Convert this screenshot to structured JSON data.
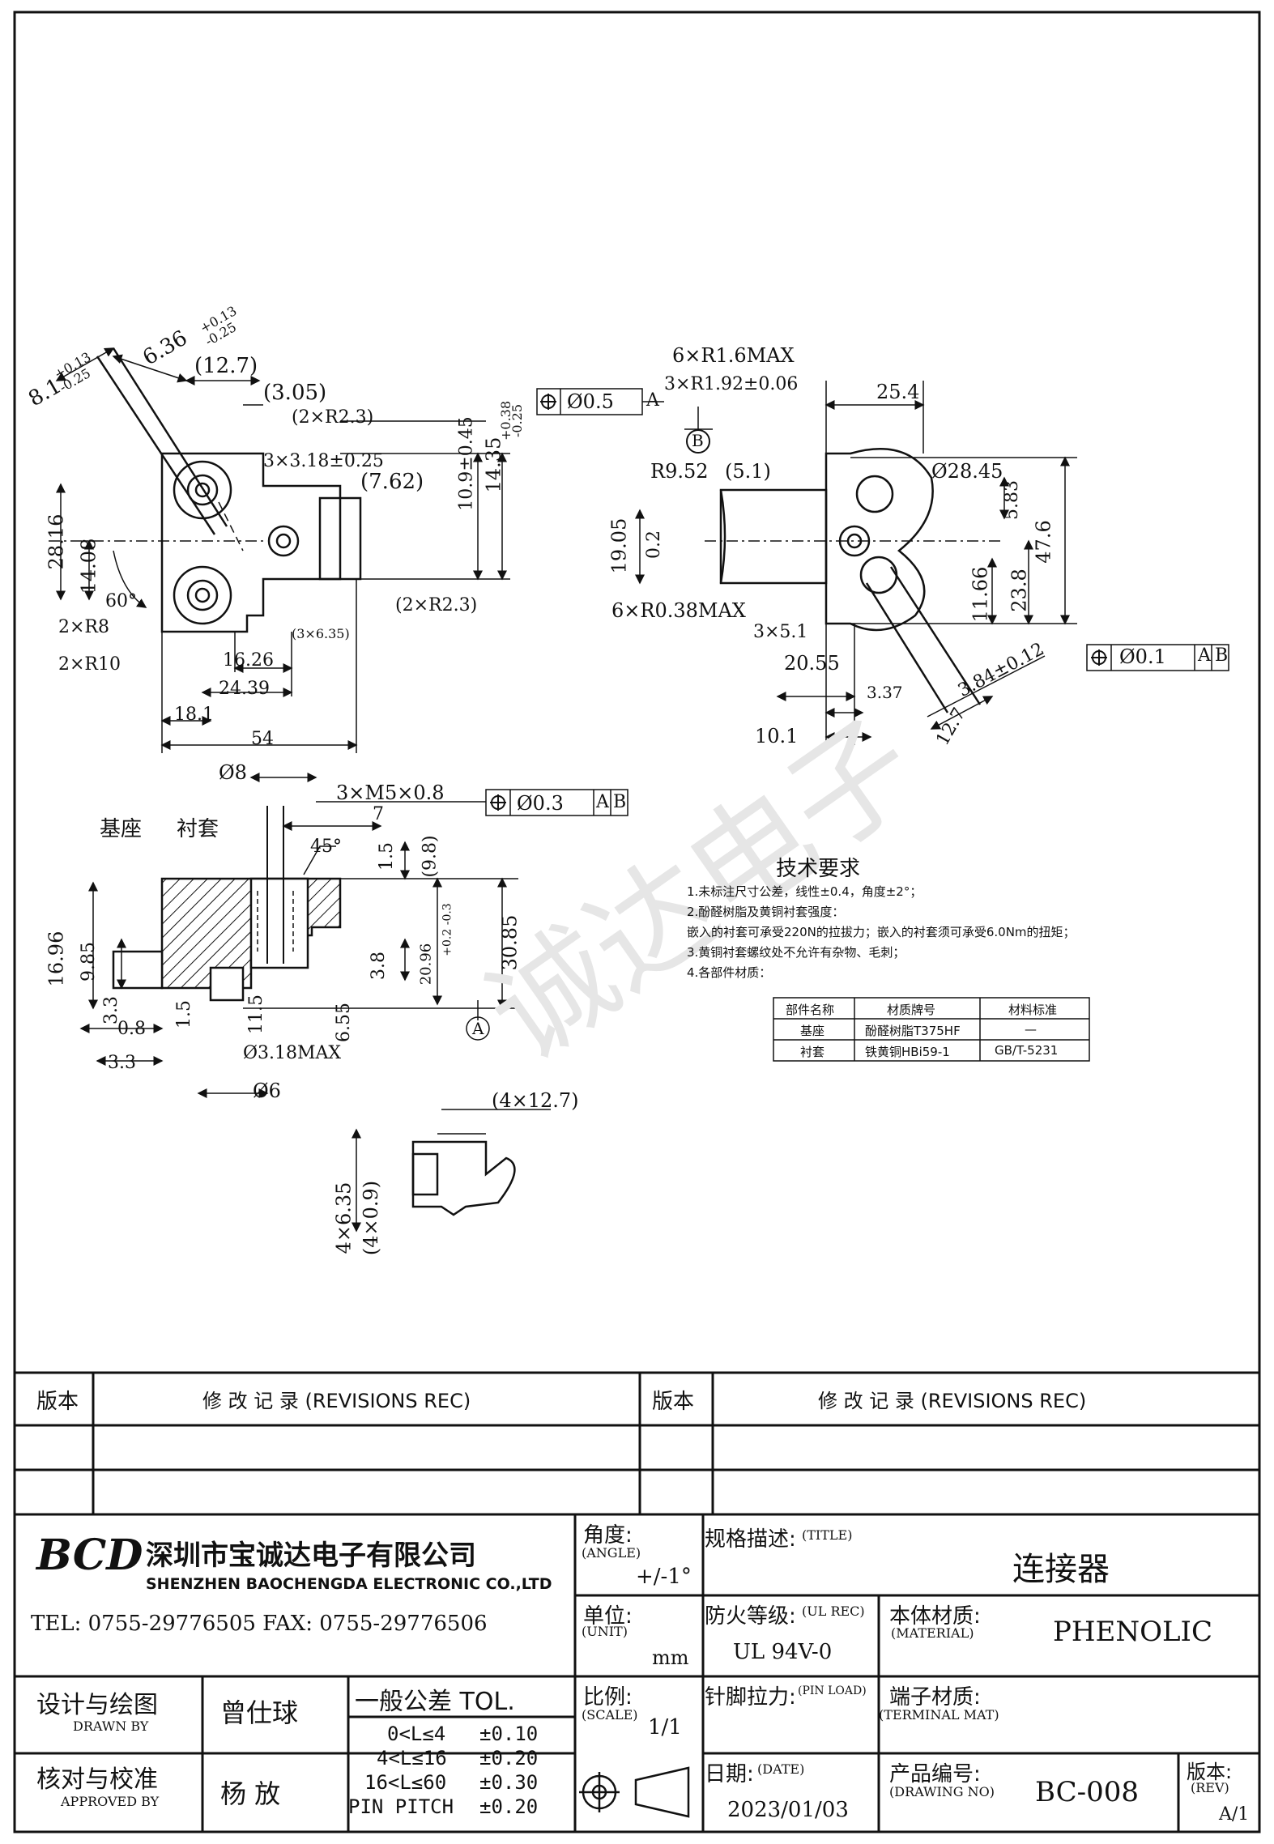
{
  "drawing": {
    "dims_top_left": {
      "d_8_1": "8.1",
      "d_8_1_tol_plus": "+0.13",
      "d_8_1_tol_minus": "-0.25",
      "d_6_36": "6.36",
      "d_6_36_tol_plus": "+0.13",
      "d_6_36_tol_minus": "-0.25",
      "d_12_7": "(12.7)",
      "d_3_05": "(3.05)",
      "d_2r23_a": "(2×R2.3)",
      "d_3x318": "3×3.18±0.25",
      "d_7_62": "(7.62)",
      "d_10_9": "10.9±0.45",
      "d_14_35": "14.35",
      "d_14_35_tol_plus": "+0.38",
      "d_14_35_tol_minus": "-0.25",
      "d_28_16": "28.16",
      "d_14_08": "14.08",
      "angle_60": "60°",
      "d_2r8": "2×R8",
      "d_2r10": "2×R10",
      "d_2r23_b": "(2×R2.3)",
      "d_3x635": "(3×6.35)",
      "d_16_26": "16.26",
      "d_24_39": "24.39",
      "d_18_1": "18.1",
      "d_54": "54"
    },
    "dims_top_right": {
      "gdt1_value": "Ø0.5",
      "gdt1_datum": "A",
      "datum_b": "B",
      "d_6r16": "6×R1.6MAX",
      "d_3r192": "3×R1.92±0.06",
      "d_25_4": "25.4",
      "d_r952": "R9.52",
      "d_5_1": "(5.1)",
      "d_28_45": "Ø28.45",
      "d_5_83": "5.83",
      "d_19_05": "19.05",
      "d_0_2": "0.2",
      "d_47_6": "47.6",
      "d_11_66": "11.66",
      "d_23_8": "23.8",
      "d_6r038": "6×R0.38MAX",
      "d_3x51": "3×5.1",
      "d_20_55": "20.55",
      "d_3_84": "3.84±0.12",
      "gdt2_value": "Ø0.1",
      "gdt2_datum1": "A",
      "gdt2_datum2": "B",
      "d_3_37": "3.37",
      "d_10_1": "10.1",
      "d_12_7b": "12.7"
    },
    "dims_section": {
      "d_phi8": "Ø8",
      "d_m5": "3×M5×0.8",
      "gdt3_value": "Ø0.3",
      "gdt3_datum1": "A",
      "gdt3_datum2": "B",
      "label_base": "基座",
      "label_bush": "衬套",
      "d_7": "7",
      "angle_45": "45°",
      "d_1_5": "1.5",
      "d_9_8": "(9.8)",
      "d_16_96": "16.96",
      "d_9_85": "9.85",
      "d_30_85": "30.85",
      "d_20_96": "20.96",
      "d_20_96_tol": "+0.2 -0.3",
      "d_3_8": "3.8",
      "d_3_3a": "3.3",
      "d_1_5b": "1.5",
      "d_11_5": "11.5",
      "d_6_55": "6.55",
      "datum_a": "A",
      "d_0_8": "0.8",
      "d_3_3b": "3.3",
      "d_318max": "Ø3.18MAX",
      "d_phi6": "Ø6"
    },
    "dims_pin": {
      "d_4x127": "(4×12.7)",
      "d_4x635": "4×6.35",
      "d_4x09": "(4×0.9)"
    },
    "watermark": "诚达电子"
  },
  "tech": {
    "title": "技术要求",
    "lines": [
      "1.未标注尺寸公差，线性±0.4，角度±2°；",
      "2.酚醛树脂及黄铜衬套强度：",
      "   嵌入的衬套可承受220N的拉拔力；嵌入的衬套须可承受6.0Nm的扭矩；",
      "3.黄铜衬套螺纹处不允许有杂物、毛刺；",
      "4.各部件材质："
    ],
    "table_header": [
      "部件名称",
      "材质牌号",
      "材料标准"
    ],
    "table_rows": [
      [
        "基座",
        "酚醛树脂T375HF",
        "—"
      ],
      [
        "衬套",
        "铁黄铜HBi59-1",
        "GB/T-5231"
      ]
    ]
  },
  "revisions": {
    "ver_label": "版本",
    "rec_label": "修  改  记  录  (REVISIONS REC)",
    "ver_label2": "版本",
    "rec_label2": "修  改  记  录  (REVISIONS REC)"
  },
  "company": {
    "logo": "BCD",
    "name_cn": "深圳市宝诚达电子有限公司",
    "name_en": "SHENZHEN BAOCHENGDA ELECTRONIC CO.,LTD",
    "tel": "TEL: 0755-29776505  FAX: 0755-29776506"
  },
  "titleblock": {
    "angle_label": "角度:",
    "angle_en": "(ANGLE)",
    "angle_value": "+/-1°",
    "title_label": "规格描述:",
    "title_en": "(TITLE)",
    "title_value": "连接器",
    "unit_label": "单位:",
    "unit_en": "(UNIT)",
    "unit_value": "mm",
    "ul_label": "防火等级:",
    "ul_en": "(UL REC)",
    "ul_value": "UL 94V-0",
    "mat_label": "本体材质:",
    "mat_en": "(MATERIAL)",
    "mat_value": "PHENOLIC",
    "drawn_label": "设计与绘图",
    "drawn_en": "DRAWN BY",
    "drawn_value": "曾仕球",
    "tol_label": "一般公差 TOL.",
    "tol_rows": [
      [
        "0<L≤4",
        "±0.10"
      ],
      [
        "4<L≤16",
        "±0.20"
      ],
      [
        "16<L≤60",
        "±0.30"
      ],
      [
        "PIN PITCH",
        "±0.20"
      ]
    ],
    "scale_label": "比例:",
    "scale_en": "(SCALE)",
    "scale_value": "1/1",
    "pinload_label": "针脚拉力:",
    "pinload_en": "(PIN LOAD)",
    "term_label": "端子材质:",
    "term_en": "(TERMINAL MAT)",
    "approved_label": "核对与校准",
    "approved_en": "APPROVED BY",
    "approved_value": "杨  放",
    "date_label": "日期:",
    "date_en": "(DATE)",
    "date_value": "2023/01/03",
    "dwg_label": "产品编号:",
    "dwg_en": "(DRAWING NO)",
    "dwg_value": "BC-008",
    "rev_label": "版本:",
    "rev_en": "(REV)",
    "rev_value": "A/1"
  }
}
